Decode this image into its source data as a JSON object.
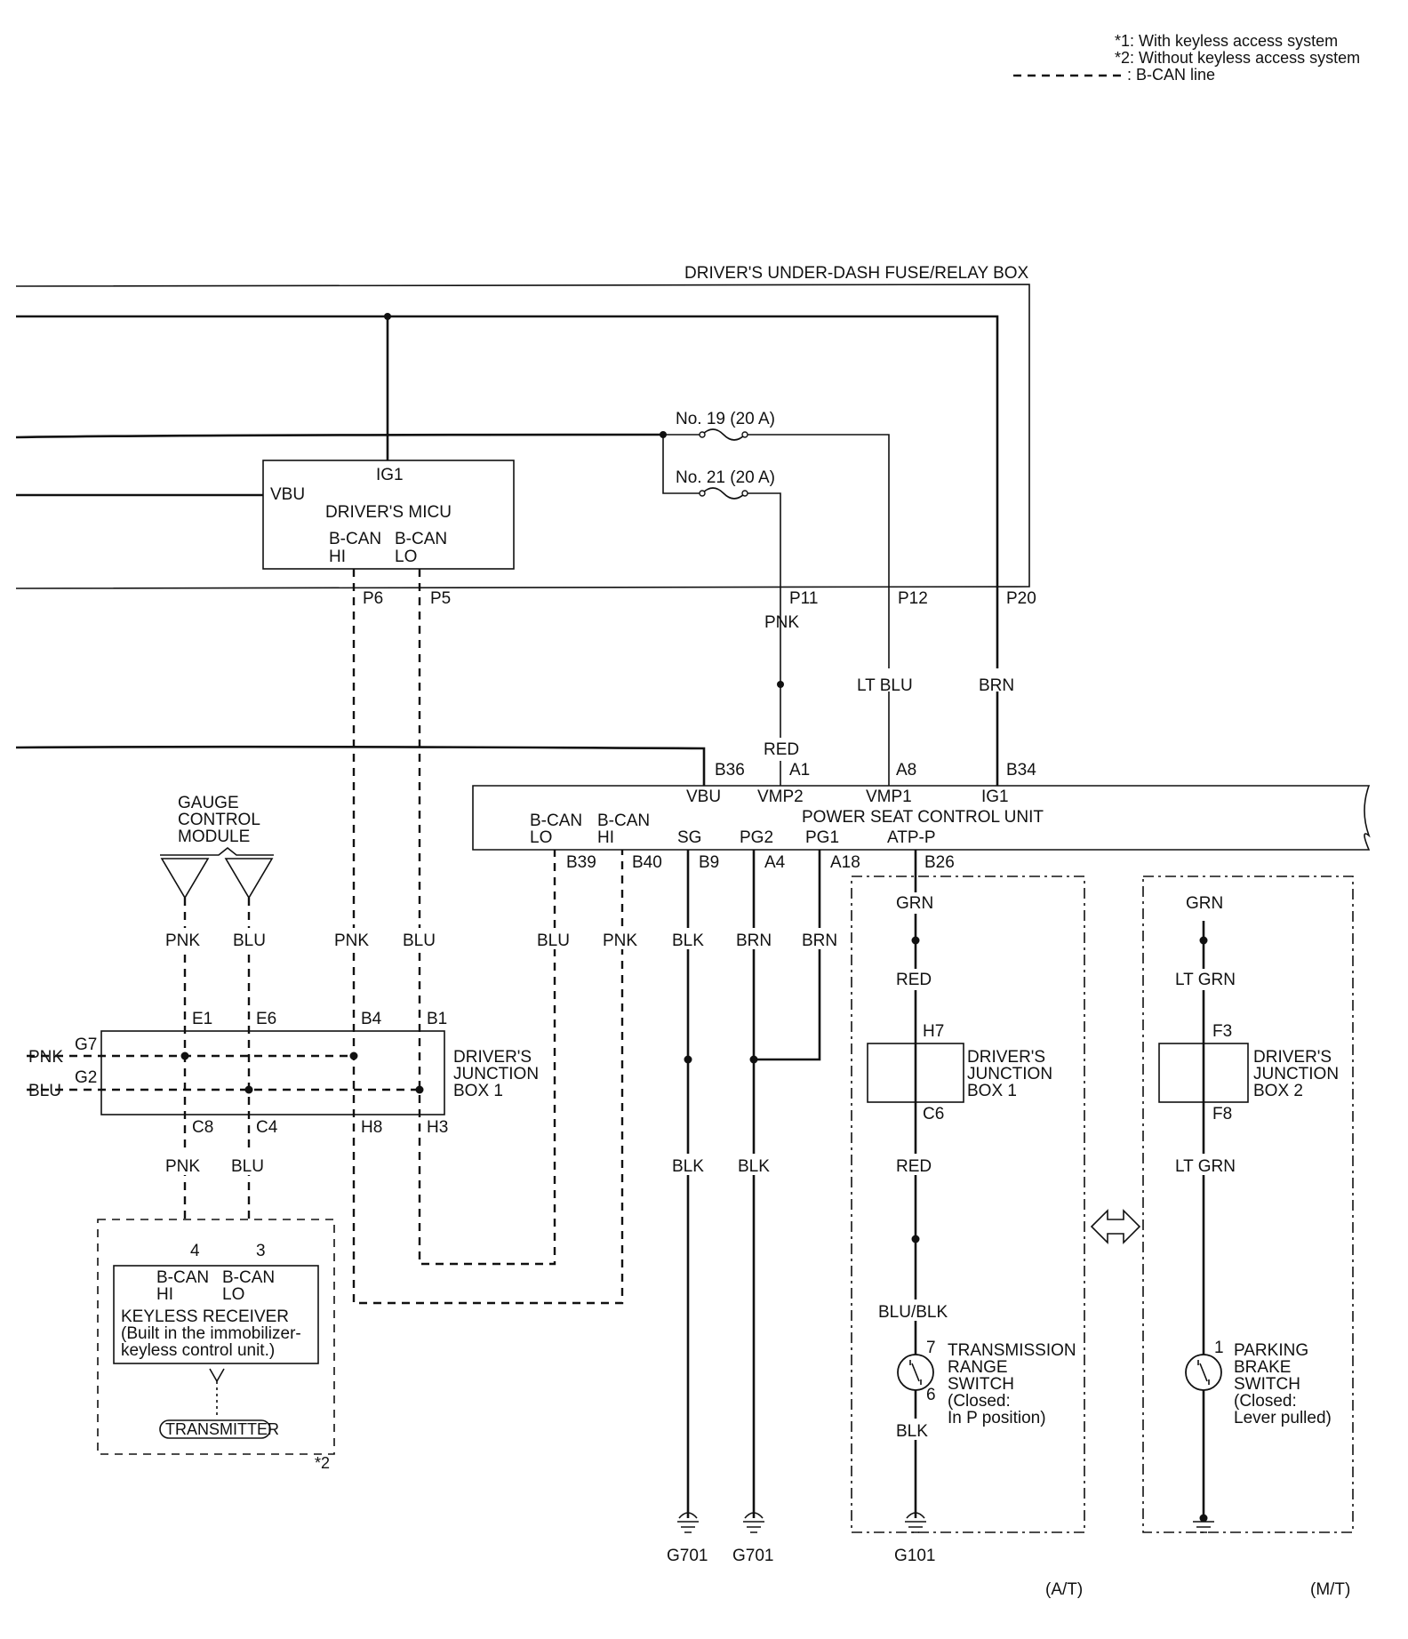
{
  "legend": {
    "note1": "*1: With keyless access system",
    "note2": "*2: Without keyless access system",
    "note3": ": B-CAN line"
  },
  "fuse_box": {
    "title": "DRIVER'S UNDER-DASH FUSE/RELAY BOX",
    "fuse19": "No. 19 (20 A)",
    "fuse21": "No. 21 (20 A)",
    "pins": [
      "P6",
      "P5",
      "P11",
      "P12",
      "P20"
    ]
  },
  "micu": {
    "title": "DRIVER'S MICU",
    "ig1": "IG1",
    "vbu": "VBU",
    "bcan_hi": [
      "B-CAN",
      "HI"
    ],
    "bcan_lo": [
      "B-CAN",
      "LO"
    ]
  },
  "psu": {
    "title": "POWER SEAT CONTROL UNIT",
    "top_pins": [
      "B36",
      "A1",
      "A8",
      "B34"
    ],
    "top_terms": [
      "VBU",
      "VMP2",
      "VMP1",
      "IG1"
    ],
    "bottom_terms": {
      "bcan_lo": [
        "B-CAN",
        "LO"
      ],
      "bcan_hi": [
        "B-CAN",
        "HI"
      ],
      "sg": "SG",
      "pg2": "PG2",
      "pg1": "PG1",
      "atpp": "ATP-P"
    },
    "bottom_pins": [
      "B39",
      "B40",
      "B9",
      "A4",
      "A18",
      "B26"
    ]
  },
  "gauge": {
    "title": [
      "GAUGE",
      "CONTROL",
      "MODULE"
    ]
  },
  "jb1_left": {
    "title": [
      "DRIVER'S",
      "JUNCTION",
      "BOX 1"
    ],
    "top_pins": [
      "E1",
      "E6",
      "B4",
      "B1"
    ],
    "bottom_pins": [
      "C8",
      "C4",
      "H8",
      "H3"
    ],
    "side_pins": [
      "G7",
      "G2"
    ],
    "side_wires": [
      "PNK",
      "BLU"
    ]
  },
  "keyless": {
    "pins": [
      "4",
      "3"
    ],
    "bcan_hi": [
      "B-CAN",
      "HI"
    ],
    "bcan_lo": [
      "B-CAN",
      "LO"
    ],
    "title": "KEYLESS RECEIVER",
    "note": [
      "(Built in the immobilizer-",
      "keyless control unit.)"
    ],
    "transmitter": "TRANSMITTER",
    "mark": "*2"
  },
  "at": {
    "jb_title": [
      "DRIVER'S",
      "JUNCTION",
      "BOX 1"
    ],
    "jb_pins": [
      "H7",
      "C6"
    ],
    "switch_pins": [
      "7",
      "6"
    ],
    "switch_title": [
      "TRANSMISSION",
      "RANGE",
      "SWITCH",
      "(Closed:",
      "In P position)"
    ],
    "ground": "G101",
    "label": "(A/T)"
  },
  "mt": {
    "jb_title": [
      "DRIVER'S",
      "JUNCTION",
      "BOX 2"
    ],
    "jb_pins": [
      "F3",
      "F8"
    ],
    "switch_pin": "1",
    "switch_title": [
      "PARKING",
      "BRAKE",
      "SWITCH",
      "(Closed:",
      "Lever pulled)"
    ],
    "label": "(M/T)"
  },
  "wires": {
    "pnk": "PNK",
    "blu": "BLU",
    "red": "RED",
    "lt_blu": "LT BLU",
    "brn": "BRN",
    "blk": "BLK",
    "grn": "GRN",
    "lt_grn": "LT GRN",
    "blu_blk": "BLU/BLK"
  },
  "grounds": {
    "g701": "G701"
  }
}
